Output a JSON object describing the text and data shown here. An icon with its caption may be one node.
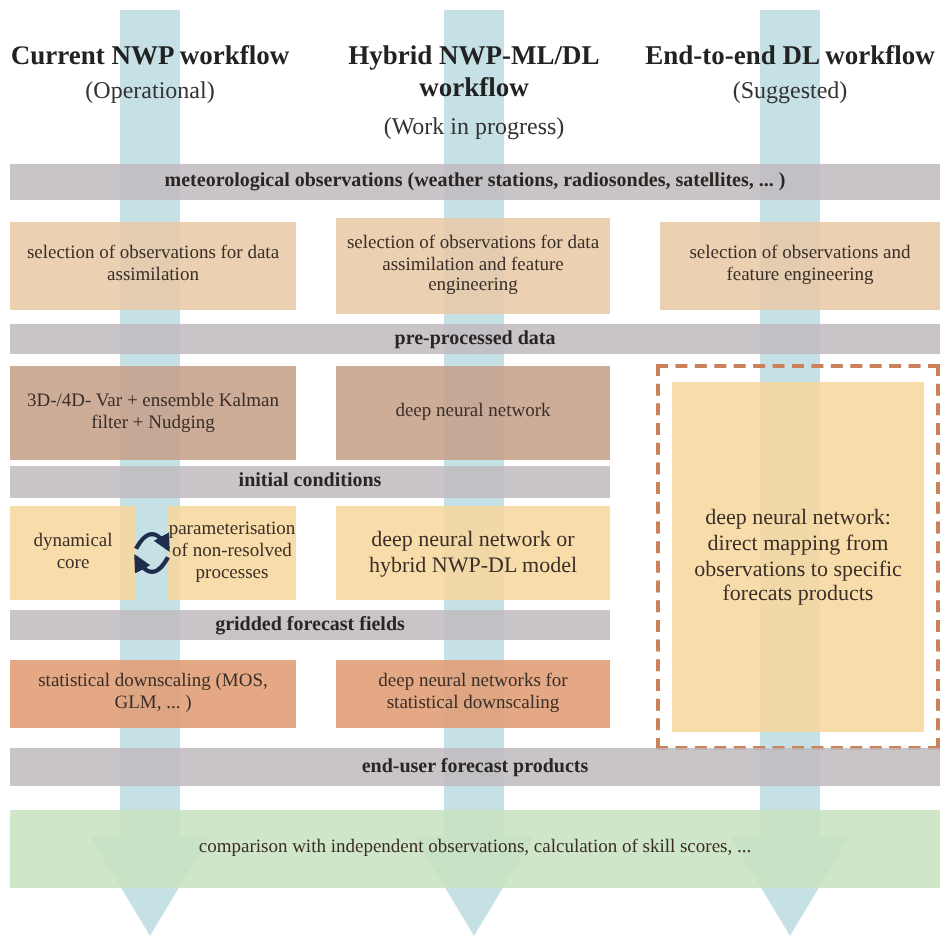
{
  "diagram": {
    "nodes": [
      {
        "text": [
          "meteorological observations (weather stations, radiosondes, satellites, ... )"
        ]
      },
      {
        "text": [
          "selection of observations for data assimilation"
        ]
      },
      {
        "text": [
          "selection of observations for data assimilation and feature engineering"
        ]
      },
      {
        "text": [
          "selection of observations and feature engineering"
        ]
      },
      {
        "text": [
          "pre-processed data"
        ]
      },
      {
        "text": [
          "3D-/4D- Var + ensemble Kalman filter + Nudging"
        ]
      },
      {
        "text": [
          "deep neural network"
        ]
      },
      {
        "text": [],
        "shape": "box"
      },
      {
        "text": [
          "deep neural network: direct mapping from observations to specific forecats products"
        ],
        "in": 7
      },
      {
        "text": [
          "initial conditions"
        ]
      },
      {
        "text": [
          "dynamical core"
        ]
      },
      {
        "text": [
          "parameterisation of non-resolved processes"
        ]
      },
      {
        "text": [
          "deep neural network or hybrid NWP-DL model"
        ]
      },
      {
        "text": [
          "gridded forecast fields"
        ]
      },
      {
        "text": [
          "statistical downscaling (MOS, GLM, ... )"
        ]
      },
      {
        "text": [
          "deep neural networks for statistical downscaling"
        ]
      },
      {
        "text": [
          "end-user forecast products"
        ]
      },
      {
        "text": [
          "comparison with independent observations, calculation of skill scores, ..."
        ]
      }
    ],
    "edges": [
      {
        "from": 10,
        "to": 11,
        "arrow": "to"
      },
      {
        "from": 11,
        "to": 10,
        "arrow": "to"
      }
    ],
    "labels": [
      "Current NWP workflow",
      "(Operational)",
      "Hybrid NWP-ML/DL workflow",
      "(Work in progress)",
      "End-to-end DL workflow",
      "(Suggested)"
    ]
  }
}
